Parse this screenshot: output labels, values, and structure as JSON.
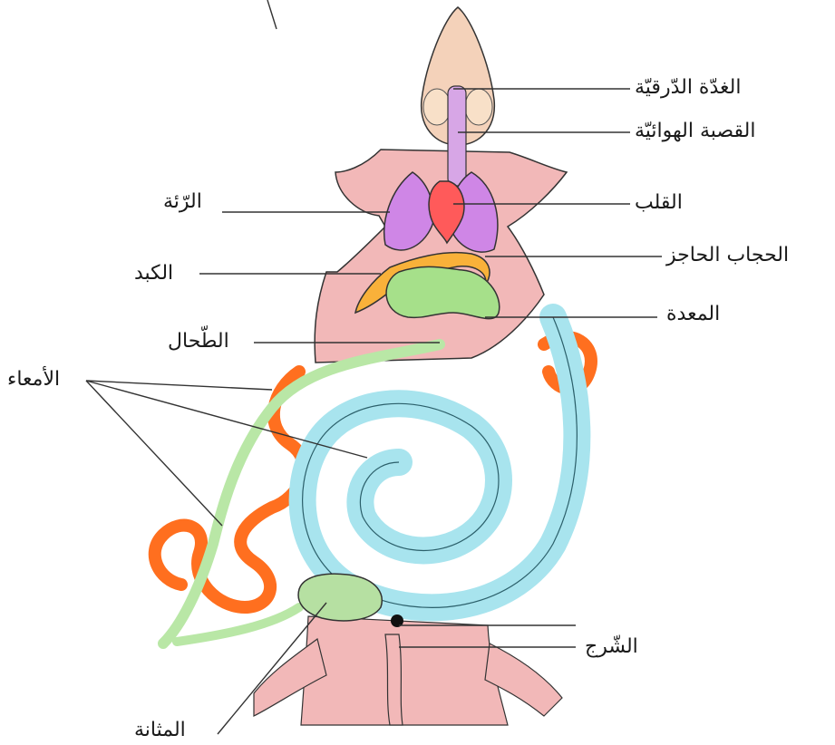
{
  "labels": {
    "thyroid": "الغدّة الدّرقيّة",
    "trachea": "القصبة الهوائيّة",
    "heart": "القلب",
    "lung": "الرّئة",
    "diaphragm": "الحجاب الحاجز",
    "liver": "الكبد",
    "stomach": "المعدة",
    "spleen": "الطّحال",
    "intestines": "الأمعاء",
    "anus": "الشّرج",
    "bladder": "المثانة"
  },
  "colors": {
    "skin": "#f2b8b8",
    "head": "#f4d2ba",
    "lung": "#cf86e6",
    "heart": "#ff5a5a",
    "liver": "#f9b13a",
    "stomach": "#a6e08a",
    "small_intestine": "#ff6f1f",
    "large_intestine": "#a8e4ee",
    "spleen_chain": "#b9e7a6",
    "bladder": "#b6e0a2",
    "outline": "#222222"
  }
}
